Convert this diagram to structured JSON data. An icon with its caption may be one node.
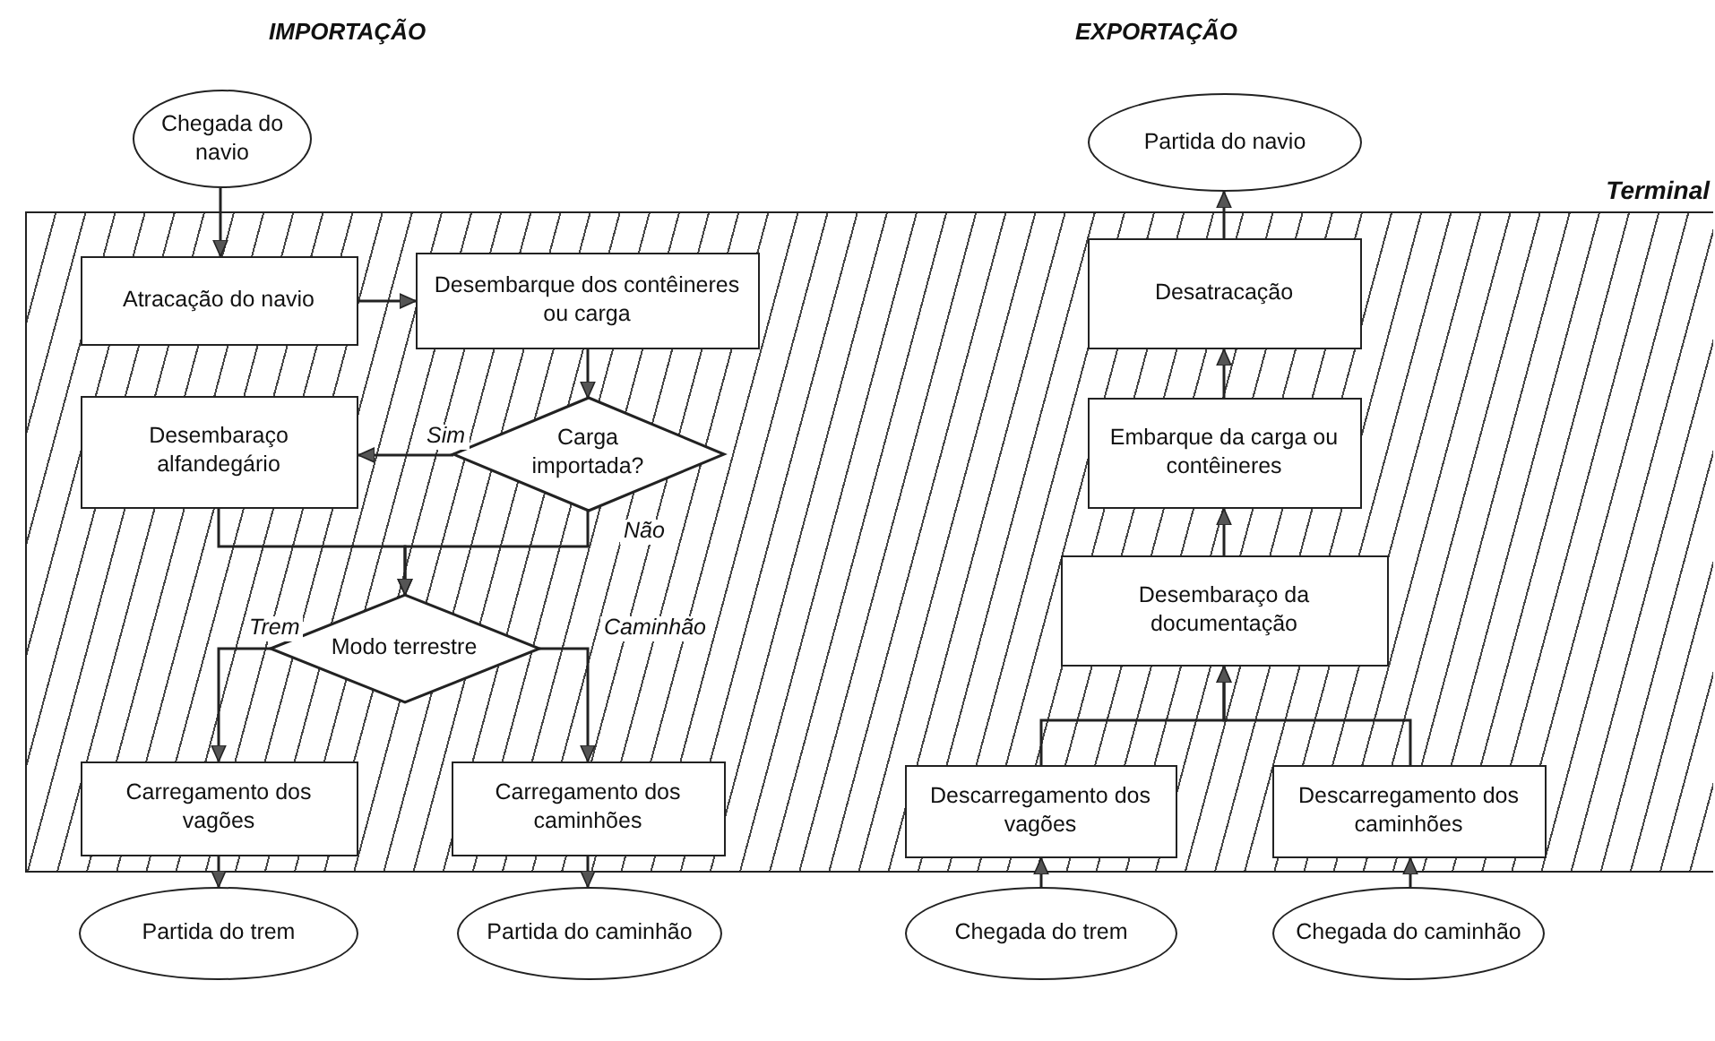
{
  "diagram": {
    "nodes": [
      {
        "text": [
          "Terminal"
        ]
      },
      {
        "text": [
          "Chegada do navio"
        ]
      },
      {
        "text": [
          "Atracação do navio"
        ],
        "in": 0
      },
      {
        "text": [
          "Desembarque dos contêineres ou carga"
        ],
        "in": 0
      },
      {
        "text": [
          "Carga importada?"
        ],
        "in": 0
      },
      {
        "text": [
          "Desembaraço alfandegário"
        ],
        "in": 0
      },
      {
        "text": [
          "Modo terrestre"
        ],
        "in": 0
      },
      {
        "text": [
          "Carregamento dos vagões"
        ],
        "in": 0
      },
      {
        "text": [
          "Carregamento dos caminhões"
        ],
        "in": 0
      },
      {
        "text": [
          "Partida do trem"
        ]
      },
      {
        "text": [
          "Partida do caminhão"
        ]
      },
      {
        "text": [
          "Partida do navio"
        ]
      },
      {
        "text": [
          "Desatracação"
        ],
        "in": 0
      },
      {
        "text": [
          "Embarque da carga ou contêineres"
        ],
        "in": 0
      },
      {
        "text": [
          "Desembaraço da documentação"
        ],
        "in": 0
      },
      {
        "text": [
          "Descarregamento dos vagões"
        ],
        "in": 0
      },
      {
        "text": [
          "Descarregamento dos caminhões"
        ],
        "in": 0
      },
      {
        "text": [
          "Chegada do trem"
        ]
      },
      {
        "text": [
          "Chegada do caminhão"
        ]
      }
    ],
    "edges": [
      {
        "from": 1,
        "to": 2,
        "arrow": "to"
      },
      {
        "from": 2,
        "to": 3,
        "arrow": "to"
      },
      {
        "from": 3,
        "to": 4,
        "arrow": "to"
      },
      {
        "from": 4,
        "to": 5,
        "arrow": "to",
        "label": "Sim"
      },
      {
        "from": 4,
        "to": 6,
        "arrow": "to",
        "label": "Não"
      },
      {
        "from": 5,
        "to": 6,
        "arrow": "to"
      },
      {
        "from": 6,
        "to": 7,
        "arrow": "to",
        "label": "Trem"
      },
      {
        "from": 6,
        "to": 8,
        "arrow": "to",
        "label": "Caminhão"
      },
      {
        "from": 7,
        "to": 9,
        "arrow": "to"
      },
      {
        "from": 8,
        "to": 10,
        "arrow": "to"
      },
      {
        "from": 12,
        "to": 11,
        "arrow": "to"
      },
      {
        "from": 13,
        "to": 12,
        "arrow": "to"
      },
      {
        "from": 14,
        "to": 13,
        "arrow": "to"
      },
      {
        "from": 15,
        "to": 14,
        "arrow": "to"
      },
      {
        "from": 16,
        "to": 14,
        "arrow": "to"
      },
      {
        "from": 17,
        "to": 15,
        "arrow": "to"
      },
      {
        "from": 18,
        "to": 16,
        "arrow": "to"
      }
    ],
    "labels": [
      "IMPORTAÇÃO",
      "EXPORTAÇÃO"
    ]
  }
}
